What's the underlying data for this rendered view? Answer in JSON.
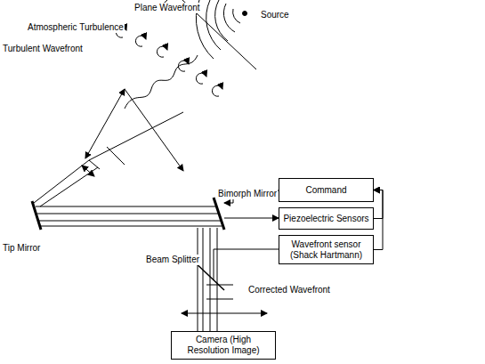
{
  "diagram": {
    "nodes": [
      {
        "text": [
          "Command"
        ]
      },
      {
        "text": [
          "Piezoelectric Sensors"
        ]
      },
      {
        "text": [
          "Wavefront sensor (Shack Hartmann)"
        ]
      },
      {
        "text": [
          "Camera (High Resolution Image)"
        ]
      }
    ],
    "edges": [
      {
        "from": 1,
        "to": 0,
        "arrow": "to"
      },
      {
        "from": 2,
        "to": 0,
        "arrow": "to"
      }
    ],
    "labels": [
      "Plane Wavefront",
      "Source",
      "Atmospheric Turbulence",
      "Turbulent Wavefront",
      "Bimorph Mirror",
      "Tip Mirror",
      "Beam Splitter",
      "Corrected Wavefront"
    ]
  }
}
